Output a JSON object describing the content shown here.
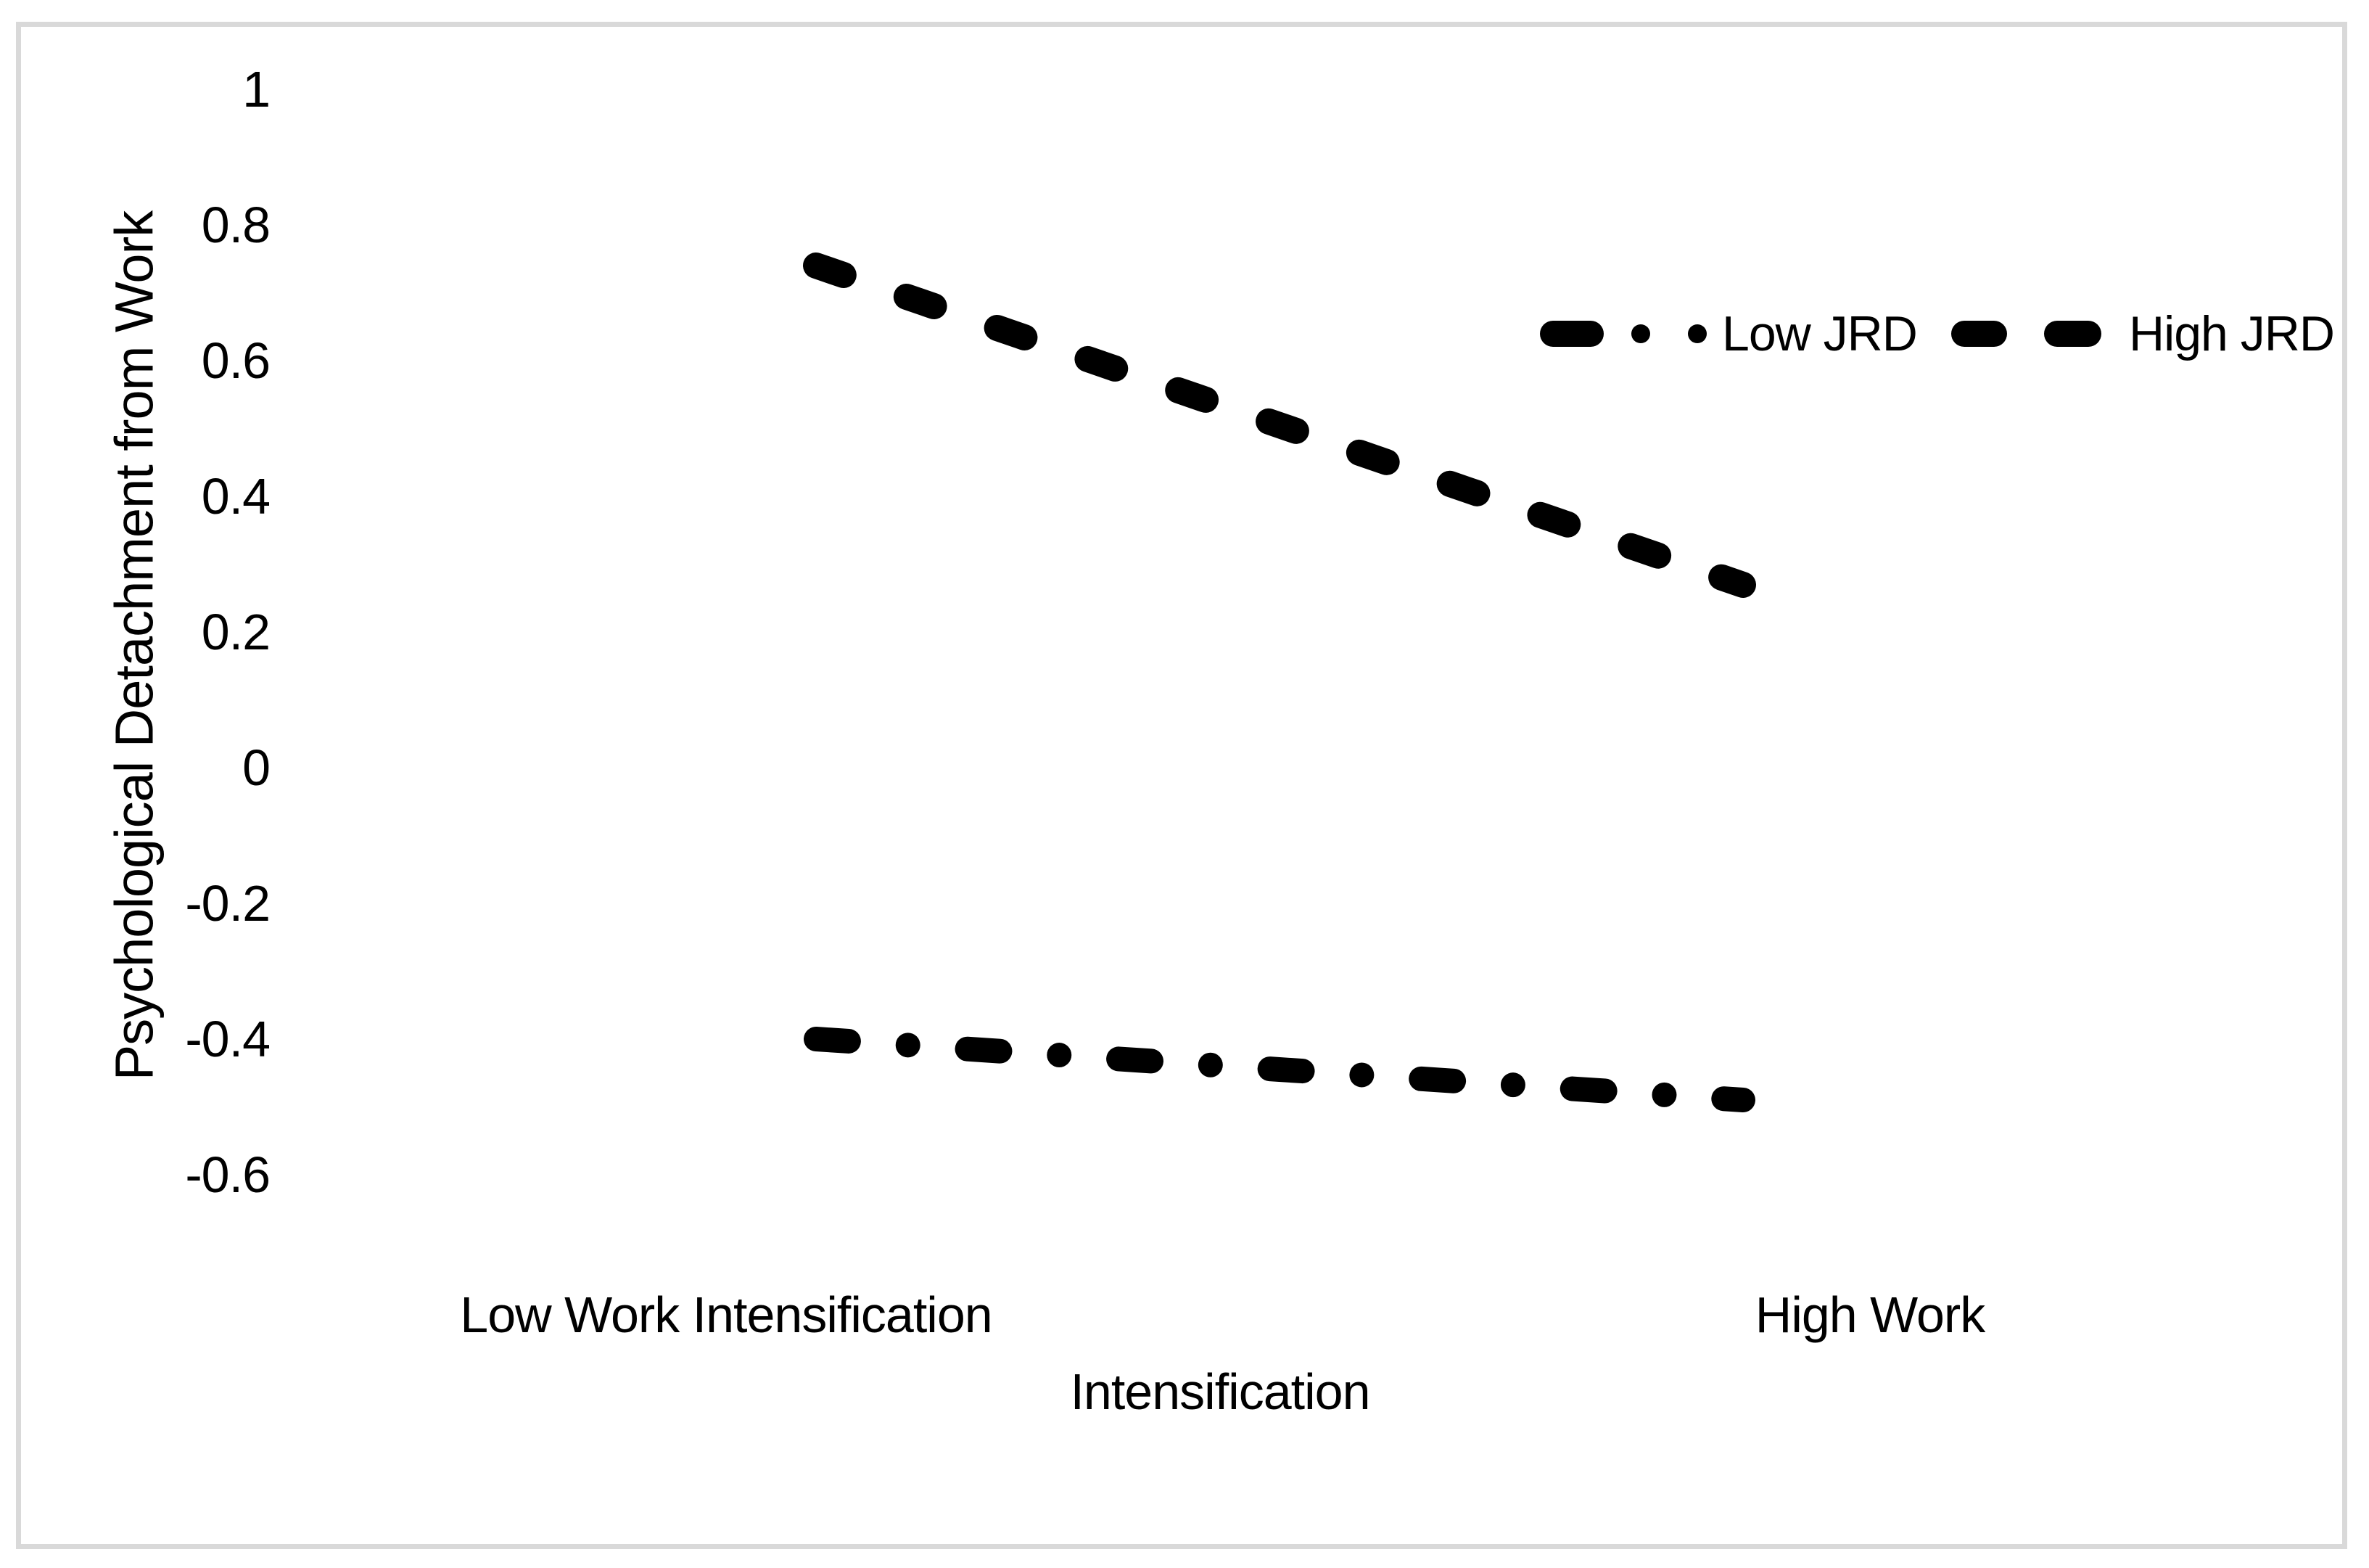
{
  "chart_data": {
    "type": "line",
    "categories": [
      "Low Work Intensification",
      "High Work Intensification"
    ],
    "series": [
      {
        "name": "Low JRD",
        "values": [
          -0.4,
          -0.49
        ],
        "line_style": "dash-dot",
        "color": "#000000"
      },
      {
        "name": "High JRD",
        "values": [
          0.74,
          0.27
        ],
        "line_style": "long-dash",
        "color": "#000000"
      }
    ],
    "title": "",
    "xlabel": "",
    "ylabel": "Psychological Detachment from Work",
    "ylim": [
      -0.6,
      1.0
    ],
    "y_tick_step": 0.2,
    "grid": false,
    "legend_position": "top-right-inside"
  },
  "chart": {
    "y_axis": {
      "title": "Psychological Detachment from Work",
      "tick_labels": [
        "1",
        "0.8",
        "0.6",
        "0.4",
        "0.2",
        "0",
        "-0.2",
        "-0.4",
        "-0.6"
      ]
    },
    "x_axis": {
      "left_label": "Low Work Intensification",
      "right_label": "High Work",
      "second_line_label": "Intensification"
    },
    "colors": {
      "line": "#000000",
      "text": "#000000",
      "border": "#d9d9d9",
      "background": "#ffffff"
    }
  }
}
